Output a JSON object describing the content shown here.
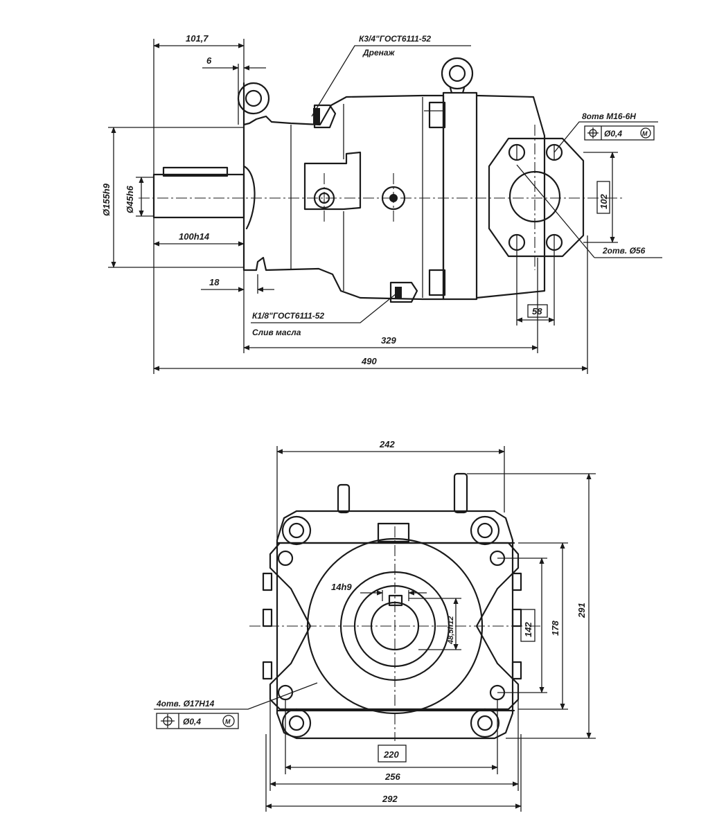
{
  "top_view": {
    "dims": {
      "d101_7": "101,7",
      "d6": "6",
      "d155h9": "Ø155h9",
      "d45h6": "Ø45h6",
      "d100h14": "100h14",
      "d18": "18",
      "d329": "329",
      "d490": "490",
      "d102": "102",
      "d58": "58"
    },
    "notes": {
      "drain_thread": "К3/4\"ГОСТ6111-52",
      "drain_label": "Дренаж",
      "oil_thread": "К1/8\"ГОСТ6111-52",
      "oil_label": "Слив масла",
      "holes_m16": "8отв M16-6H",
      "tol_m16": "Ø0,4",
      "holes_56": "2отв. Ø56"
    }
  },
  "bottom_view": {
    "dims": {
      "d242": "242",
      "d291": "291",
      "d178": "178",
      "d142": "142",
      "d14h9": "14h9",
      "d48_5": "48,5h12",
      "d220": "220",
      "d256": "256",
      "d292": "292"
    },
    "notes": {
      "holes_17": "4отв. Ø17H14",
      "tol_17": "Ø0,4"
    }
  },
  "symbols": {
    "position_tol": "position-tolerance-icon",
    "max_material": "M"
  },
  "colors": {
    "ink": "#1a1a1a",
    "paper": "#ffffff"
  }
}
